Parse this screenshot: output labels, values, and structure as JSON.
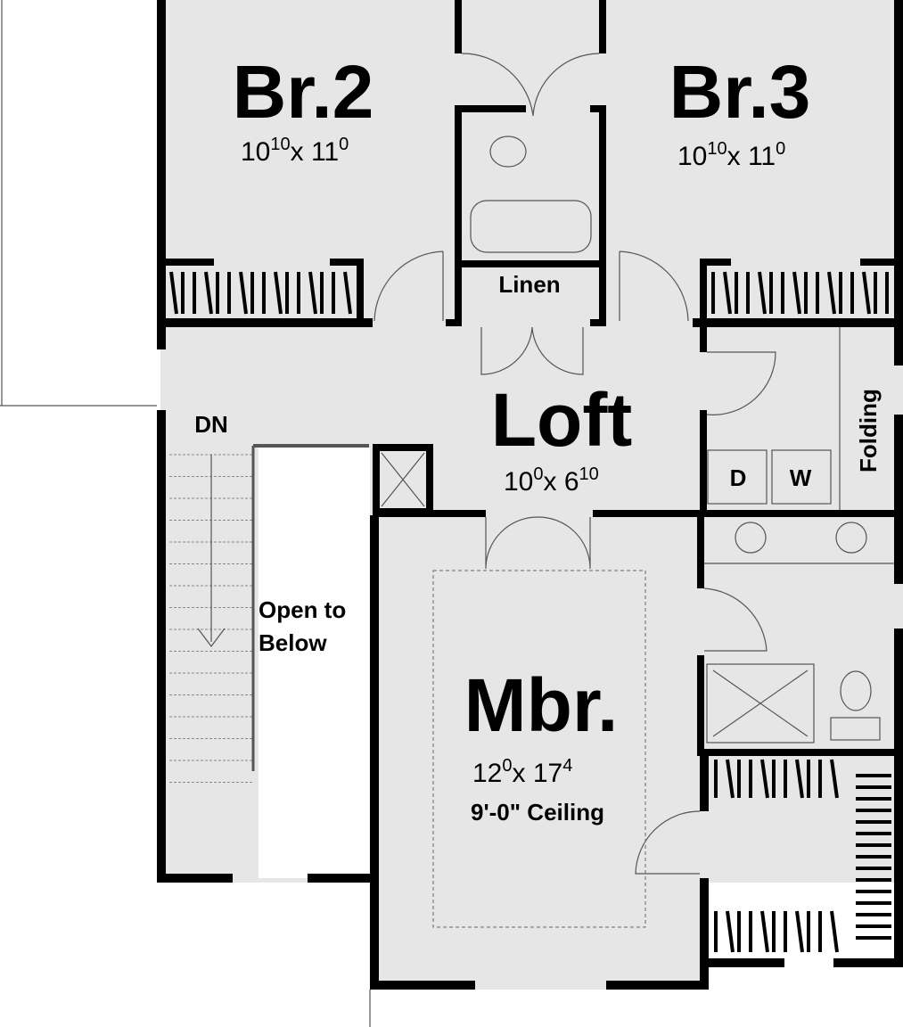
{
  "rooms": {
    "br2": {
      "name": "Br.2",
      "dim_a": "10",
      "dim_a_sup": "10",
      "dim_b": "x 11",
      "dim_b_sup": "0"
    },
    "br3": {
      "name": "Br.3",
      "dim_a": "10",
      "dim_a_sup": "10",
      "dim_b": "x 11",
      "dim_b_sup": "0"
    },
    "loft": {
      "name": "Loft",
      "dim_a": "10",
      "dim_a_sup": "0",
      "dim_b": "x 6",
      "dim_b_sup": "10"
    },
    "mbr": {
      "name": "Mbr.",
      "dim_a": "12",
      "dim_a_sup": "0",
      "dim_b": "x 17",
      "dim_b_sup": "4",
      "ceiling": "9'-0\" Ceiling"
    }
  },
  "labels": {
    "linen": "Linen",
    "folding": "Folding",
    "dryer": "D",
    "washer": "W",
    "stair_dn": "DN",
    "open_line1": "Open to",
    "open_line2": "Below"
  },
  "colors": {
    "floor": "#e6e6e6",
    "wall": "#000000",
    "outside": "#ffffff"
  }
}
